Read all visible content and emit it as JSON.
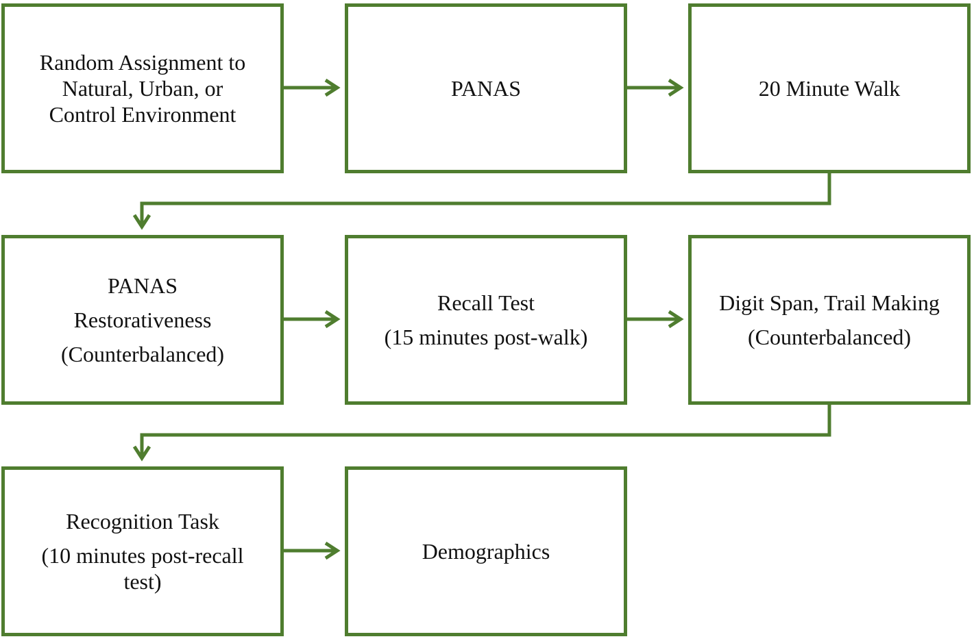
{
  "diagram": {
    "boxes": {
      "random_assignment": {
        "lines": [
          "Random Assignment to",
          "Natural, Urban, or",
          "Control Environment"
        ]
      },
      "panas_1": {
        "lines": [
          "PANAS"
        ]
      },
      "walk": {
        "lines": [
          "20 Minute Walk"
        ]
      },
      "panas_restorativeness": {
        "lines": [
          "PANAS",
          "Restorativeness",
          "(Counterbalanced)"
        ]
      },
      "recall_test": {
        "lines": [
          "Recall Test",
          "(15 minutes post-walk)"
        ]
      },
      "digit_span": {
        "lines": [
          "Digit Span, Trail Making",
          "(Counterbalanced)"
        ]
      },
      "recognition_task": {
        "lines": [
          "Recognition Task",
          "(10 minutes post-recall",
          "test)"
        ]
      },
      "demographics": {
        "lines": [
          "Demographics"
        ]
      }
    },
    "colors": {
      "accent": "#4f7d2f",
      "text": "#111111",
      "background": "#ffffff"
    }
  }
}
